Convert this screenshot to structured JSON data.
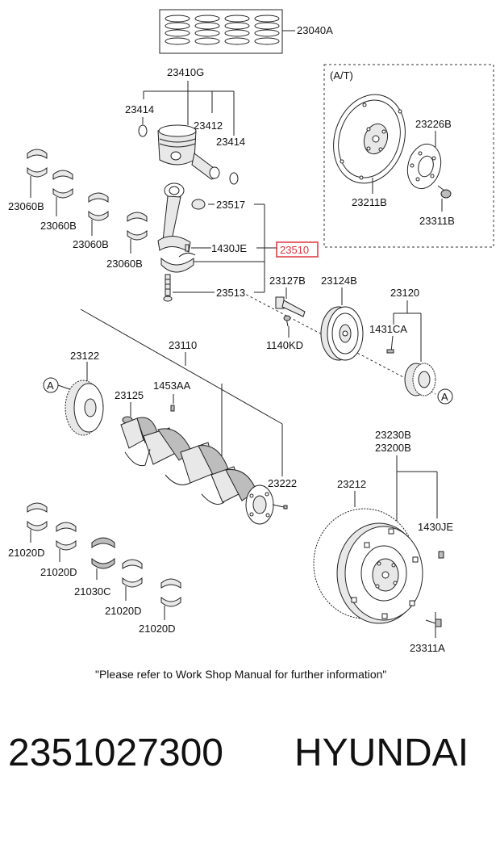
{
  "labels": {
    "rings": "23040A",
    "piston_assy": "23410G",
    "snap_ring_left": "23414",
    "piston": "23412",
    "snap_ring_right": "23414",
    "bearing_1": "23060B",
    "bearing_2": "23060B",
    "bearing_3": "23060B",
    "bearing_4": "23060B",
    "rod_bushing": "23517",
    "rod_pin": "1430JE",
    "rod_assy": "23510",
    "rod_bolt": "23513",
    "pulley_bolt": "23127B",
    "pulley": "23124B",
    "pulley_key": "1140KD",
    "crank_sprocket": "23120",
    "sprocket_key": "1431CA",
    "gear": "23122",
    "crankshaft": "23110",
    "crank_pin_small": "1453AA",
    "crank_key": "23125",
    "crank_dowel": "23222",
    "at_header": "(A/T)",
    "drive_plate": "23211B",
    "adapter_plate": "23226B",
    "drive_bolt": "23311B",
    "flywheel_assy_1": "23230B",
    "flywheel_assy_2": "23200B",
    "ring_gear": "23212",
    "flywheel_pin": "1430JE",
    "flywheel_bolt": "23311A",
    "main_bearing_1": "21020D",
    "main_bearing_2": "21020D",
    "thrust_bearing": "21030C",
    "main_bearing_3": "21020D",
    "main_bearing_4": "21020D",
    "marker_a_left": "A",
    "marker_a_right": "A"
  },
  "note": "\"Please refer to Work Shop Manual for further information\"",
  "footer": {
    "part_number": "2351027300",
    "brand": "HYUNDAI"
  },
  "colors": {
    "highlight": "#e0343f",
    "ink": "#222222"
  }
}
